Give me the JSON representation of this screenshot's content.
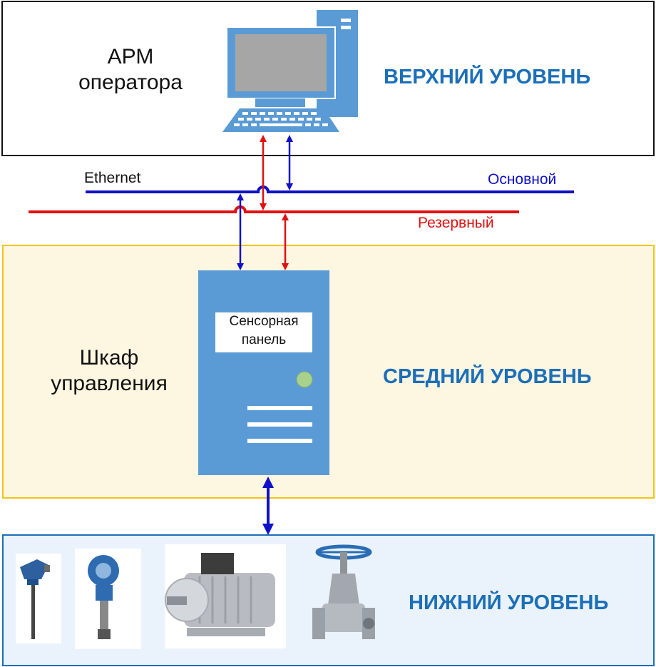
{
  "levels": {
    "top": "ВЕРХНИЙ УРОВЕНЬ",
    "middle": "СРЕДНИЙ УРОВЕНЬ",
    "bottom": "НИЖНИЙ УРОВЕНЬ"
  },
  "labels": {
    "arm_line1": "АРМ",
    "arm_line2": "оператора",
    "cabinet_line1": "Шкаф",
    "cabinet_line2": "управления",
    "panel_line1": "Сенсорная",
    "panel_line2": "панель"
  },
  "network": {
    "ethernet": "Ethernet",
    "primary": "Основной",
    "backup": "Резервный"
  },
  "colors": {
    "primary_line": "#1010c8",
    "backup_line": "#e01010",
    "level_text": "#1c6fb8",
    "device_blue": "#5b9bd5"
  },
  "devices": [
    "temperature-sensor-icon",
    "pressure-transmitter-icon",
    "electric-motor-icon",
    "gate-valve-icon"
  ]
}
